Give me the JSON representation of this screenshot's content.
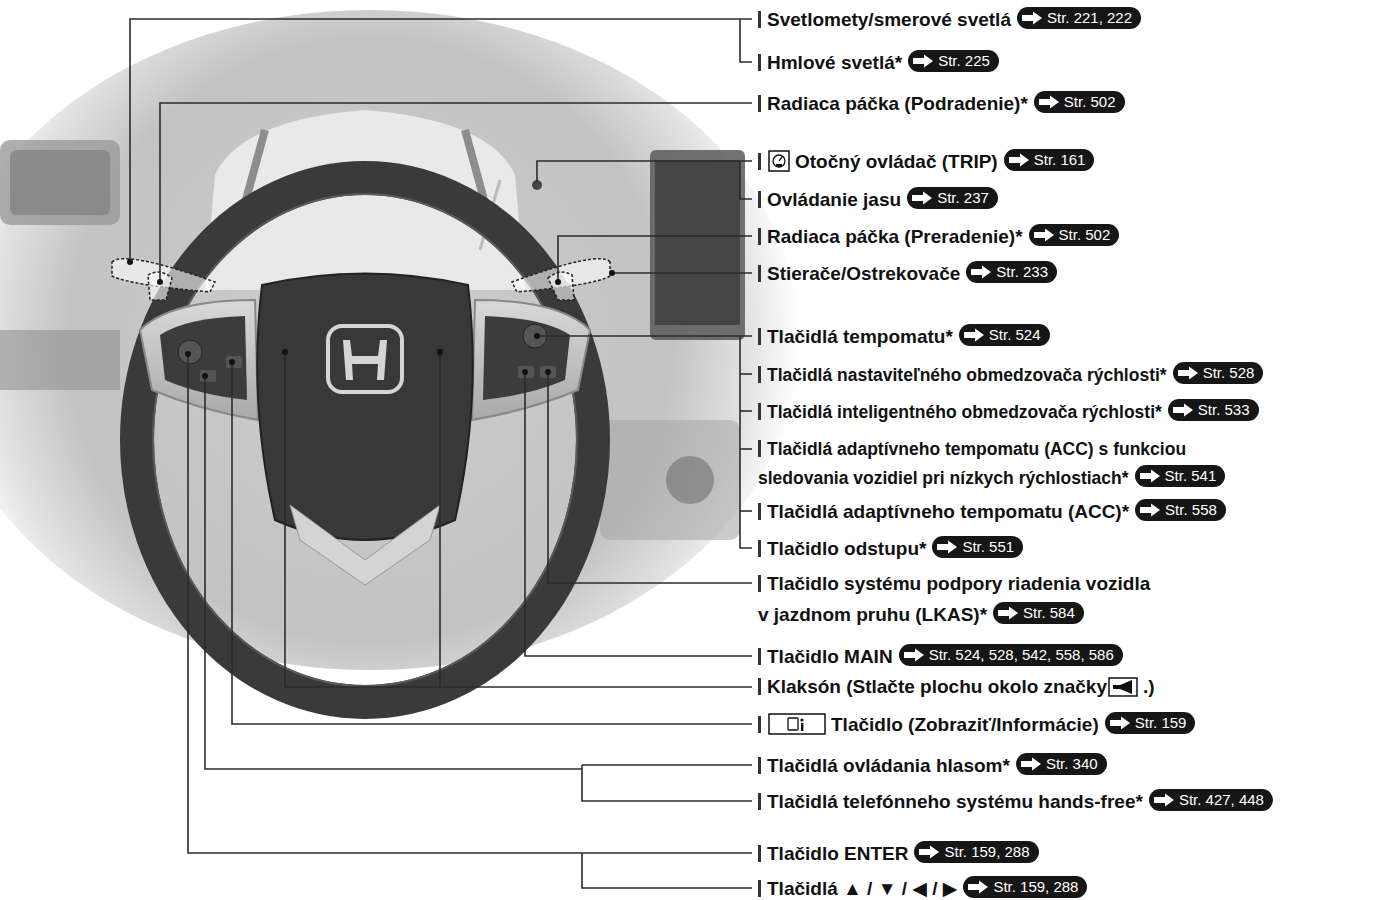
{
  "diagram": {
    "nodes": [
      {
        "text": [
          "Str. 221, 222"
        ]
      },
      {
        "text": [
          "Str. 225"
        ]
      },
      {
        "text": [
          "Str. 502"
        ]
      },
      {
        "text": [
          "Str. 161"
        ]
      },
      {
        "text": [
          "Str. 237"
        ]
      },
      {
        "text": [
          "Str. 502"
        ]
      },
      {
        "text": [
          "Str. 233"
        ]
      },
      {
        "text": [
          "Str. 524"
        ]
      },
      {
        "text": [
          "Str. 528"
        ]
      },
      {
        "text": [
          "Str. 533"
        ]
      },
      {
        "text": [
          "Str. 541"
        ]
      },
      {
        "text": [
          "Str. 558"
        ]
      },
      {
        "text": [
          "Str. 551"
        ]
      },
      {
        "text": [
          "Str. 584"
        ]
      },
      {
        "text": [
          "Str. 524, 528, 542, 558, 586"
        ]
      },
      {
        "text": [
          "Str. 159"
        ]
      },
      {
        "text": [
          "Str. 340"
        ]
      },
      {
        "text": [
          "Str. 427, 448"
        ]
      },
      {
        "text": [
          "Str. 159, 288"
        ]
      },
      {
        "text": [
          "Str. 159, 288"
        ]
      }
    ],
    "labels": [
      "Svetlomety/smerové svetlá",
      "Hmlové svetlá*",
      "Radiaca páčka (Podradenie)*",
      "Otočný ovládač (TRIP)",
      "Ovládanie jasu",
      "Radiaca páčka (Preradenie)*",
      "Stierače/Ostrekovače",
      "Tlačidlá tempomatu*",
      "Tlačidlá nastaviteľného obmedzovača rýchlosti*",
      "Tlačidlá inteligentného obmedzovača rýchlosti*",
      "Tlačidlá adaptívneho tempomatu (ACC) s funkciou sledovania vozidiel pri nízkych rýchlostiach*",
      "Tlačidlá adaptívneho tempomatu (ACC)*",
      "Tlačidlo odstupu*",
      "Tlačidlo systému podpory riadenia vozidla v jazdnom pruhu (LKAS)*",
      "Tlačidlo MAIN",
      "Klaksón (Stlačte plochu okolo značky",
      ".)",
      "Tlačidlo (Zobraziť/Informácie)",
      "Tlačidlá ovládania hlasom*",
      "Tlačidlá telefónneho systému hands-free*",
      "Tlačidlo ENTER",
      "Tlačidlá ▲ / ▼ / ◀ / ▶"
    ]
  }
}
